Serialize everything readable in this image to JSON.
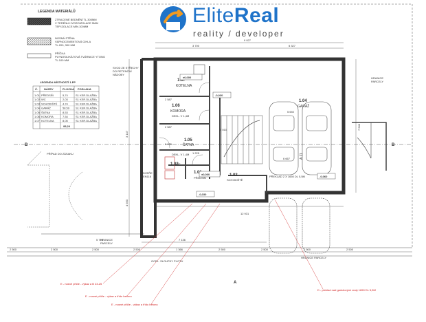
{
  "brand": {
    "name_light": "Elite",
    "name_bold": "Real",
    "tagline": "reality / developer"
  },
  "legend": {
    "title": "LEGENDA MATERIÁLŮ",
    "items": [
      {
        "lines": [
          "ZTRACENÉ BEDNĚNÍ TL.300MM",
          "V TERÉNU HYDROIZOLACE 5MM",
          "TEP.IZOLACE MIN.100MM"
        ]
      },
      {
        "lines": [
          "NOSNÁ STĚNA",
          "VÁPNOCEMENTOVÁ CIHLA",
          "TL.200, 300 MM"
        ]
      },
      {
        "lines": [
          "PŘÍČKA",
          "PLYNOSILIKÁTOVÁ TVÁRNICE YTONG",
          "TL.100 MM"
        ]
      }
    ]
  },
  "rooms_table": {
    "title": "LEGENDA MÍSTNOSTÍ 1.PP",
    "headers": [
      "Č.",
      "NÁZEV",
      "PLOCHA",
      "PODLAHA"
    ],
    "rows": [
      [
        "1.01",
        "PŘEDSÍŇ",
        "5,74",
        "S1 KER.DLAŽBA"
      ],
      [
        "1.02",
        "WC",
        "2,03",
        "S1 KER.DLAŽBA"
      ],
      [
        "1.03",
        "SCHODIŠTĚ",
        "4,74",
        "S1 KER.DLAŽBA"
      ],
      [
        "1.04",
        "GARÁŽ",
        "58,59",
        "S1 KER.DLAŽBA"
      ],
      [
        "1.05",
        "ŠATNA",
        "8,53",
        "S1 KER.DLAŽBA"
      ],
      [
        "1.06",
        "KOMORA",
        "7,54",
        "S1 KER.DLAŽBA"
      ],
      [
        "1.07",
        "KOTELNA",
        "8,05",
        "S1 KER.DLAŽBA"
      ]
    ],
    "total": "95,20"
  },
  "rooms": {
    "r107": {
      "num": "1.07",
      "name": "KOTELNA"
    },
    "r106": {
      "num": "1.06",
      "name": "KOMORA"
    },
    "r105": {
      "num": "1.05",
      "name": "ŠATNA"
    },
    "r104": {
      "num": "1.04",
      "name": "GARÁŽ"
    },
    "r103": {
      "num": "1.03",
      "name": "SCHODIŠTĚ"
    },
    "r102": {
      "num": "1.02",
      "name": "WC"
    },
    "r101": {
      "num": "1.01",
      "name": "PŘEDSÍŇ"
    }
  },
  "levels": {
    "main": "±0,000",
    "stair": "-0,030",
    "entry": "-0,030",
    "garage": "-0,060",
    "hall": "±0,000",
    "kot": "±0,000"
  },
  "labels": {
    "svod": [
      "SVOD ZE STŘECHY",
      "DO RETENČNÍ",
      "NÁDOBY"
    ],
    "predpis": "PŘÍPAD DO ZÁSAKU",
    "hranice_right": [
      "HRANICE",
      "PARCELY"
    ],
    "hranice_bottom": [
      "HRANICE",
      "PARCELY"
    ],
    "hranice_garage": "HRANICE PARCELY",
    "ocel": "OCEL. SLOUPKY PLOTU",
    "preklad": "PŘEKLAD 2 X 1650 DL 5,5M",
    "dvere": [
      "DVEŘE",
      "EN116"
    ],
    "dekl1": "DEKL. V 1,4M",
    "dekl2": "DEKL. V 1,4M",
    "a11": "A 11",
    "section_b": "B",
    "section_a": "A"
  },
  "red_notes": [
    "E - nosné příčle - výkaz a B 23-25",
    "E - nosné příčle - výkaz a třídu betonu",
    "E - nosné příčle - výkaz a třídu betonu",
    "D - překlad nad garážovými vraty 1650 DL 5,5M"
  ],
  "dims": {
    "top1": "9 027",
    "top2": "3 700",
    "top3": "5 327",
    "bottom1": "12 931",
    "bottom2": "7 136",
    "bottom3": "5 795",
    "base": [
      "2 500",
      "2 500",
      "2 500",
      "2 500",
      "1 366",
      "2 500",
      "2 500",
      "2 500",
      "2 500"
    ],
    "left1": "4 930",
    "left2": "3 147",
    "right1": "7 540",
    "g1": "6 667",
    "g2": "5 692",
    "k1": "2 587",
    "k2": "2 587",
    "k3": "2 225",
    "k4": "1 225",
    "k5": "2 010"
  },
  "colors": {
    "brand_blue": "#1f73c9",
    "brand_orange": "#f29a1f",
    "wall": "#444444",
    "red_note": "#d02020"
  }
}
